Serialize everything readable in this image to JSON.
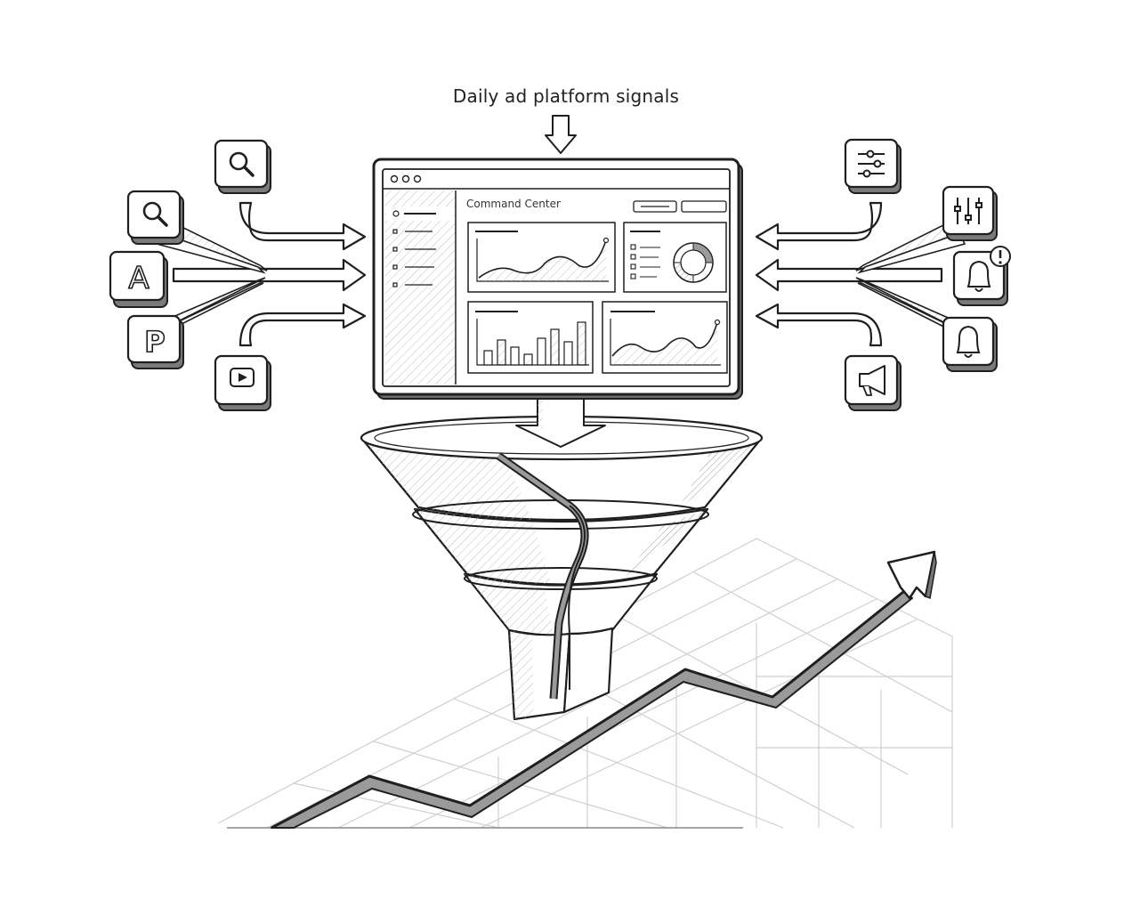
{
  "caption": "Daily ad platform signals",
  "dashboard": {
    "title": "Command Center"
  },
  "left_sources": [
    {
      "icon": "search-icon",
      "glyph": ""
    },
    {
      "icon": "search-icon",
      "glyph": ""
    },
    {
      "icon": "letter-a-icon",
      "glyph": "A"
    },
    {
      "icon": "letter-p-icon",
      "glyph": "P"
    },
    {
      "icon": "video-play-icon",
      "glyph": ""
    }
  ],
  "right_sources": [
    {
      "icon": "sliders-horizontal-icon"
    },
    {
      "icon": "sliders-vertical-icon"
    },
    {
      "icon": "bell-alert-icon"
    },
    {
      "icon": "bell-icon"
    },
    {
      "icon": "megaphone-icon"
    }
  ],
  "colors": {
    "ink": "#1f1f1f",
    "shade": "#9a9a9a",
    "grid": "#cfcfcf",
    "paper": "#ffffff"
  }
}
